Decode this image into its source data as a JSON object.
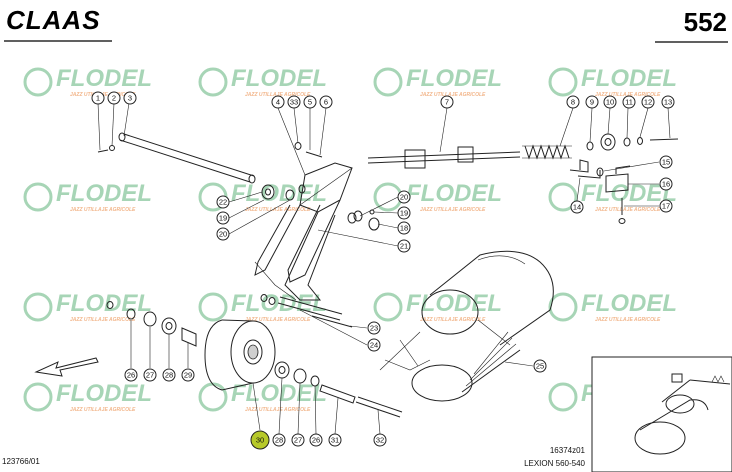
{
  "header": {
    "brand": "CLAAS",
    "page_number": "552"
  },
  "watermark": {
    "brand": "FLODEL",
    "slogan": "JAZZ UTILLAJE AGRICOLE",
    "color": "#5fb27a"
  },
  "callouts": [
    {
      "id": "c1",
      "label": "1"
    },
    {
      "id": "c2",
      "label": "2"
    },
    {
      "id": "c3",
      "label": "3"
    },
    {
      "id": "c4",
      "label": "4"
    },
    {
      "id": "c33",
      "label": "33"
    },
    {
      "id": "c5",
      "label": "5"
    },
    {
      "id": "c6",
      "label": "6"
    },
    {
      "id": "c7",
      "label": "7"
    },
    {
      "id": "c8",
      "label": "8"
    },
    {
      "id": "c9",
      "label": "9"
    },
    {
      "id": "c10",
      "label": "10"
    },
    {
      "id": "c11",
      "label": "11"
    },
    {
      "id": "c12",
      "label": "12"
    },
    {
      "id": "c13",
      "label": "13"
    },
    {
      "id": "c15",
      "label": "15"
    },
    {
      "id": "c16",
      "label": "16"
    },
    {
      "id": "c17",
      "label": "17"
    },
    {
      "id": "c14",
      "label": "14"
    },
    {
      "id": "c22",
      "label": "22"
    },
    {
      "id": "c19a",
      "label": "19"
    },
    {
      "id": "c20a",
      "label": "20"
    },
    {
      "id": "c20b",
      "label": "20"
    },
    {
      "id": "c19b",
      "label": "19"
    },
    {
      "id": "c18",
      "label": "18"
    },
    {
      "id": "c21",
      "label": "21"
    },
    {
      "id": "c23",
      "label": "23"
    },
    {
      "id": "c24",
      "label": "24"
    },
    {
      "id": "c25",
      "label": "25"
    },
    {
      "id": "c26a",
      "label": "26"
    },
    {
      "id": "c27a",
      "label": "27"
    },
    {
      "id": "c28a",
      "label": "28"
    },
    {
      "id": "c29",
      "label": "29"
    },
    {
      "id": "c30",
      "label": "30",
      "highlight": true
    },
    {
      "id": "c28b",
      "label": "28"
    },
    {
      "id": "c27b",
      "label": "27"
    },
    {
      "id": "c26b",
      "label": "26"
    },
    {
      "id": "c31",
      "label": "31"
    },
    {
      "id": "c32",
      "label": "32"
    }
  ],
  "footer": {
    "left_code": "123766/01",
    "drawing_code": "16374z01",
    "model": "LEXION 560-540"
  }
}
